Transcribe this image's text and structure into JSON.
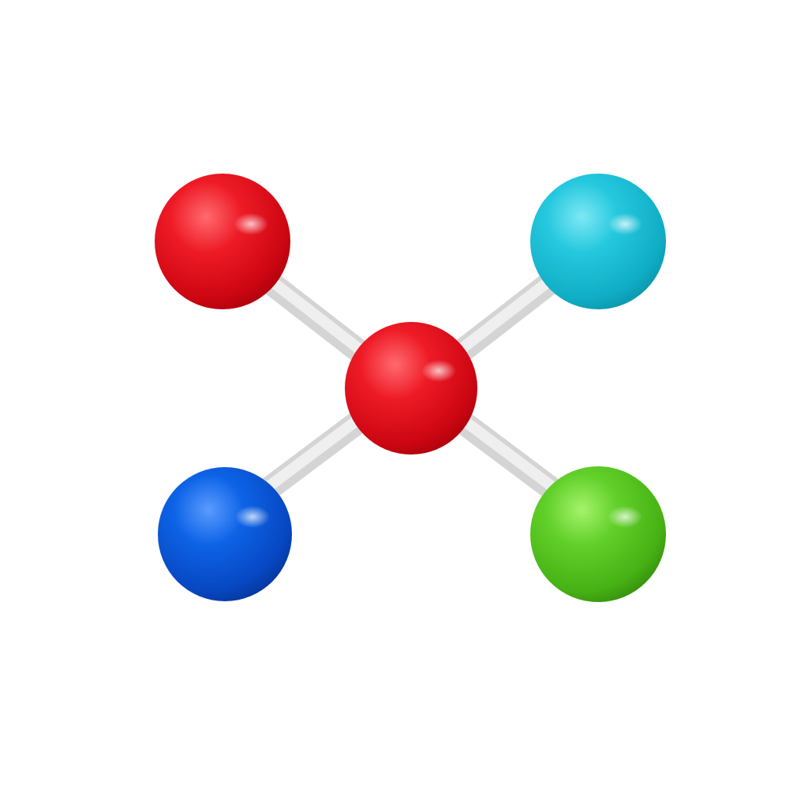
{
  "image": {
    "subject": "molecule-ball-and-stick-icon",
    "background_color": "#ffffff",
    "bond_color": "#d9d9d9",
    "atoms": [
      {
        "id": "center",
        "color": "#e8101c",
        "icon": "atom-sphere"
      },
      {
        "id": "top-left",
        "color": "#e8101c",
        "icon": "atom-sphere"
      },
      {
        "id": "top-right",
        "color": "#1ec6dc",
        "icon": "atom-sphere"
      },
      {
        "id": "bottom-left",
        "color": "#0b5ee0",
        "icon": "atom-sphere"
      },
      {
        "id": "bottom-right",
        "color": "#5ccb22",
        "icon": "atom-sphere"
      }
    ]
  }
}
